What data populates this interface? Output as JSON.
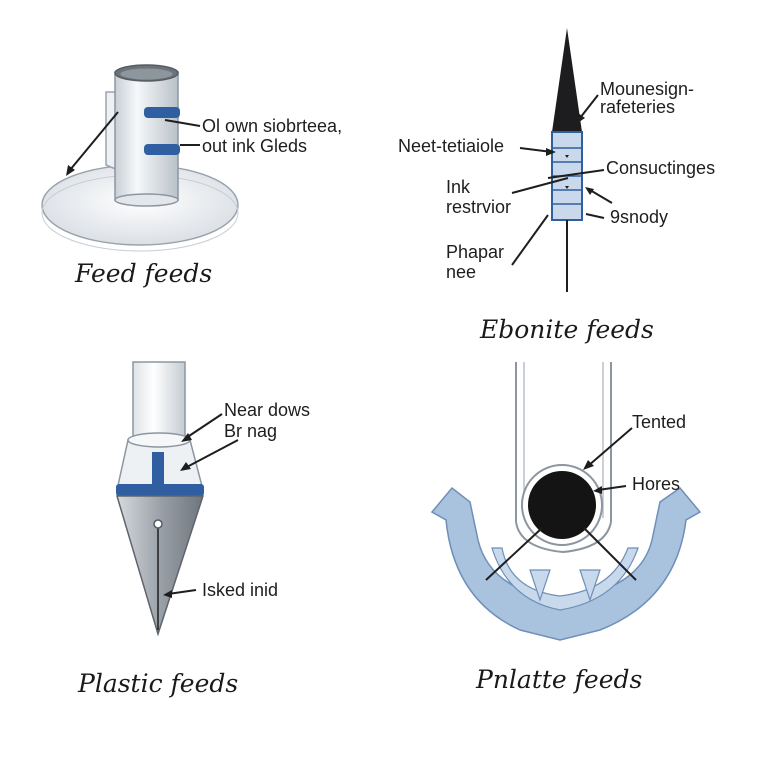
{
  "panels": {
    "feed": {
      "caption": "Feed feeds",
      "label_line1": "Ol own siobrteea,",
      "label_line2": "out ink Gleds"
    },
    "ebonite": {
      "caption": "Ebonite feeds",
      "label_top_line1": "Mounesign-",
      "label_top_line2": "rafeteries",
      "label_left": "Neet-tetiaiole",
      "label_right_mid": "Consuctinges",
      "label_ink_line1": "Ink",
      "label_ink_line2": "restrvior",
      "label_right_low": "9snody",
      "label_phapar_line1": "Phapar",
      "label_phapar_line2": "nee"
    },
    "plastic": {
      "caption": "Plastic feeds",
      "label_top_line1": "Near dows",
      "label_top_line2": "Br nag",
      "label_bottom": "Isked inid"
    },
    "pnlatte": {
      "caption": "Pnlatte feeds",
      "label_top": "Tented",
      "label_mid": "Hores"
    }
  },
  "colors": {
    "accent_blue": "#2f5fa0",
    "light_blue": "#a9c3df",
    "ink": "#1e1e1e",
    "metal_light": "#e9edf1",
    "metal_mid": "#b8c0c8"
  }
}
